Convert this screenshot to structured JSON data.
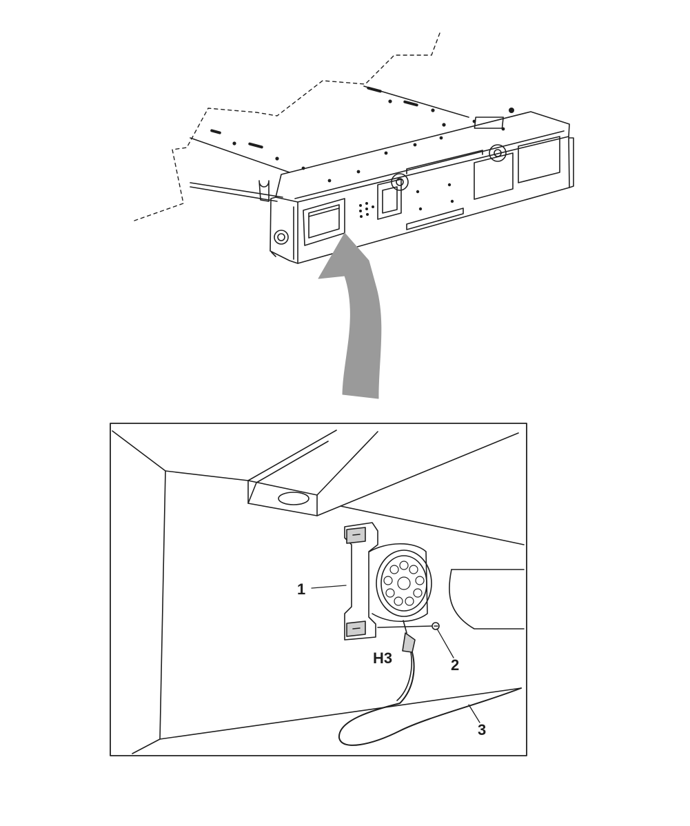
{
  "callouts": {
    "part_1": "1",
    "part_2": "2",
    "part_3": "3",
    "connector": "H3"
  },
  "colors": {
    "line": "#1e1e1e",
    "arrow_fill": "#9a9a9a",
    "shading": "#cfcfcf",
    "background": "#ffffff"
  },
  "icons": {
    "arrow": "curved-arrow-icon",
    "device": "backup-alarm-buzzer-icon",
    "screw": "screw-icon"
  }
}
